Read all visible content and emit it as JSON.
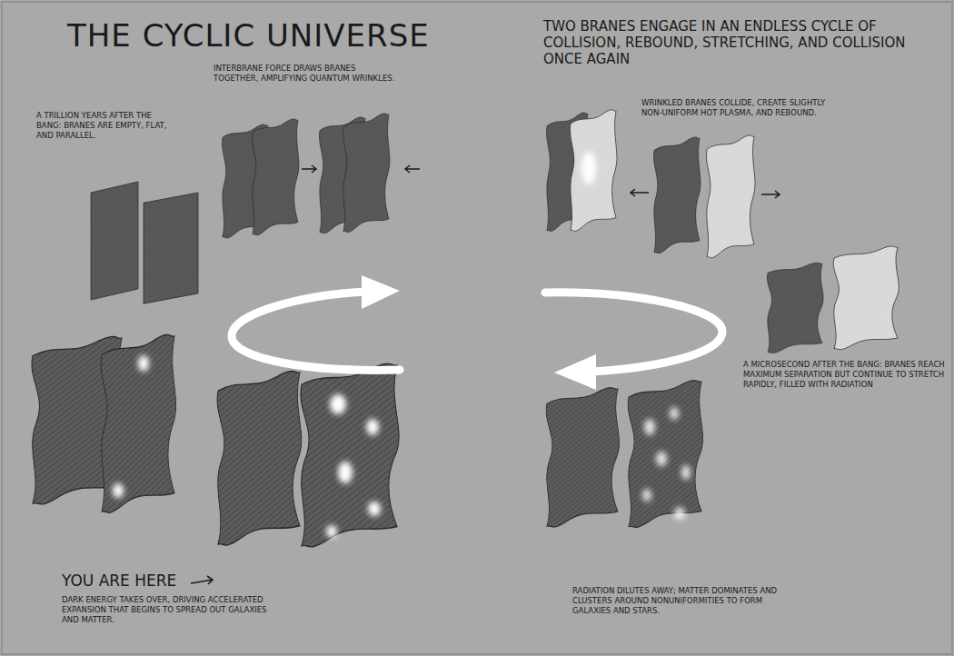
{
  "diagram": {
    "title": "THE CYCLIC UNIVERSE",
    "labels": [
      "TWO BRANES ENGAGE IN AN ENDLESS CYCLE OF COLLISION, REBOUND, STRETCHING, AND COLLISION ONCE AGAIN",
      "A TRILLION YEARS AFTER THE BANG: BRANES ARE EMPTY, FLAT, AND PARALLEL.",
      "INTERBRANE FORCE DRAWS BRANES TOGETHER, AMPLIFYING QUANTUM WRINKLES.",
      "WRINKLED BRANES COLLIDE, CREATE SLIGHTLY NON-UNIFORM HOT PLASMA, AND REBOUND.",
      "A MICROSECOND AFTER THE BANG: BRANES REACH MAXIMUM SEPARATION BUT CONTINUE TO STRETCH RAPIDLY, FILLED WITH RADIATION",
      "RADIATION DILUTES AWAY; MATTER DOMINATES AND CLUSTERS AROUND NONUNIFORMITIES TO FORM GALAXIES AND STARS.",
      "YOU ARE HERE",
      "DARK ENERGY TAKES OVER, DRIVING ACCELERATED EXPANSION THAT BEGINS TO SPREAD OUT GALAXIES AND MATTER."
    ]
  }
}
